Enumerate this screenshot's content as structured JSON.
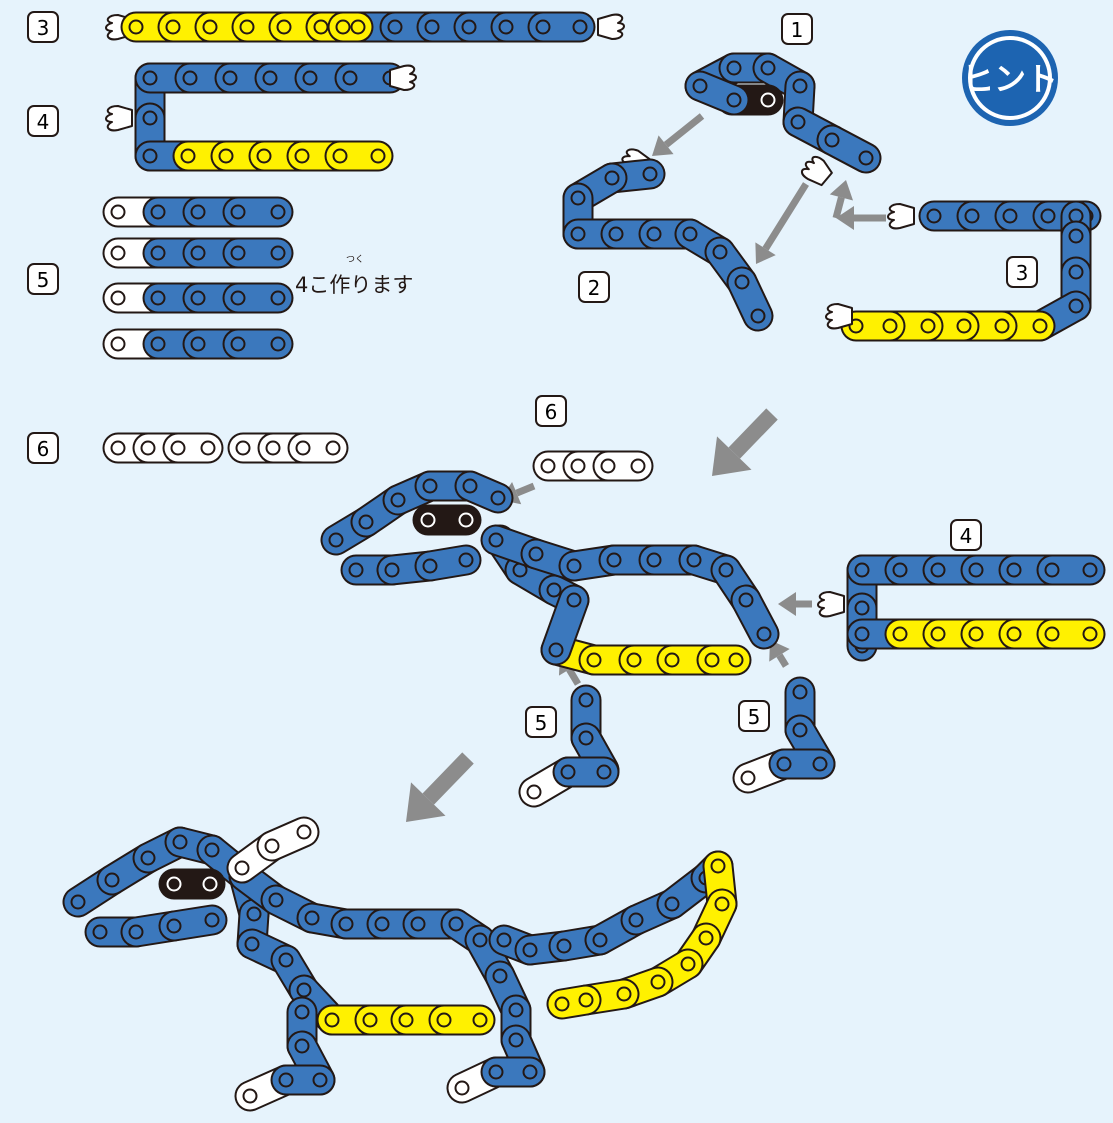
{
  "colors": {
    "background": "#e6f3fc",
    "blue": "#3b78bd",
    "yellow": "#fff100",
    "white": "#ffffff",
    "black": "#231815",
    "arrow": "#8c8c8c",
    "outline": "#231815",
    "hint_ring": "#1d64b1"
  },
  "hint_badge": {
    "label": "ヒント"
  },
  "parts": {
    "step3": {
      "number": "3"
    },
    "step4": {
      "number": "4"
    },
    "step5": {
      "number": "5",
      "note": "4こ作ります",
      "note_ruby": "つく"
    },
    "step6": {
      "number": "6"
    }
  },
  "assembly_labels": {
    "a1": "1",
    "a2": "2",
    "a3": "3",
    "b4": "4",
    "b5a": "5",
    "b5b": "5",
    "b6": "6"
  },
  "icons": {
    "connector": "chain-hook-icon",
    "arrow": "gray-arrow-icon",
    "hint": "hint-badge-icon"
  }
}
